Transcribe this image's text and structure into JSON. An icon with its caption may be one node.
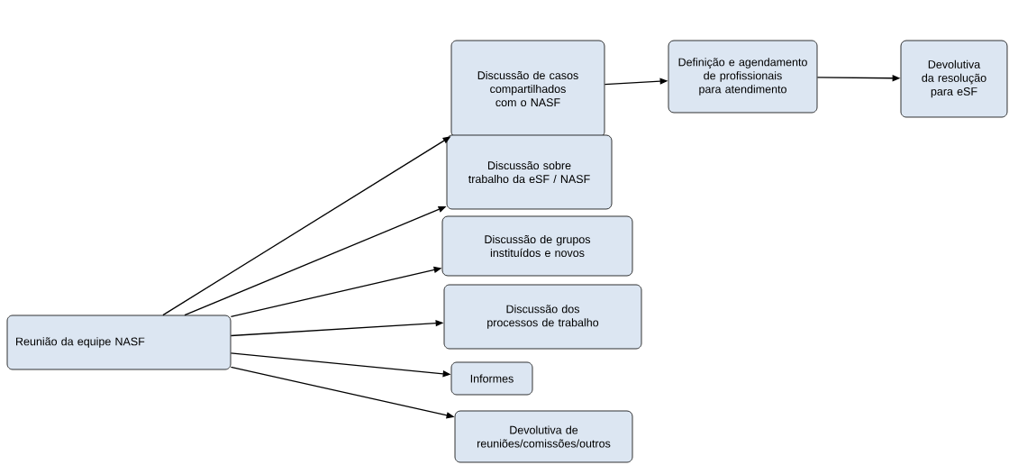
{
  "diagram": {
    "nodes": [
      {
        "text": [
          "Reunião da equipe NASF"
        ]
      },
      {
        "text": [
          "Discussão de casos compartilhados com o NASF"
        ]
      },
      {
        "text": [
          "Definição e agendamento de profissionais para atendimento"
        ]
      },
      {
        "text": [
          "Devolutiva da resolução para eSF"
        ]
      },
      {
        "text": [
          "Discussão sobre trabalho da eSF / NASF"
        ]
      },
      {
        "text": [
          "Discussão de grupos instituídos e novos"
        ]
      },
      {
        "text": [
          "Discussão dos processos de trabalho"
        ]
      },
      {
        "text": [
          "Informes"
        ]
      },
      {
        "text": [
          "Devolutiva de reuniões/comissões/outros"
        ]
      }
    ],
    "edges": [
      {
        "from": 0,
        "to": 1,
        "arrow": "to"
      },
      {
        "from": 0,
        "to": 4,
        "arrow": "to"
      },
      {
        "from": 0,
        "to": 5,
        "arrow": "to"
      },
      {
        "from": 0,
        "to": 6,
        "arrow": "to"
      },
      {
        "from": 0,
        "to": 7,
        "arrow": "to"
      },
      {
        "from": 0,
        "to": 8,
        "arrow": "to"
      },
      {
        "from": 1,
        "to": 2,
        "arrow": "to"
      },
      {
        "from": 2,
        "to": 3,
        "arrow": "to"
      }
    ]
  }
}
